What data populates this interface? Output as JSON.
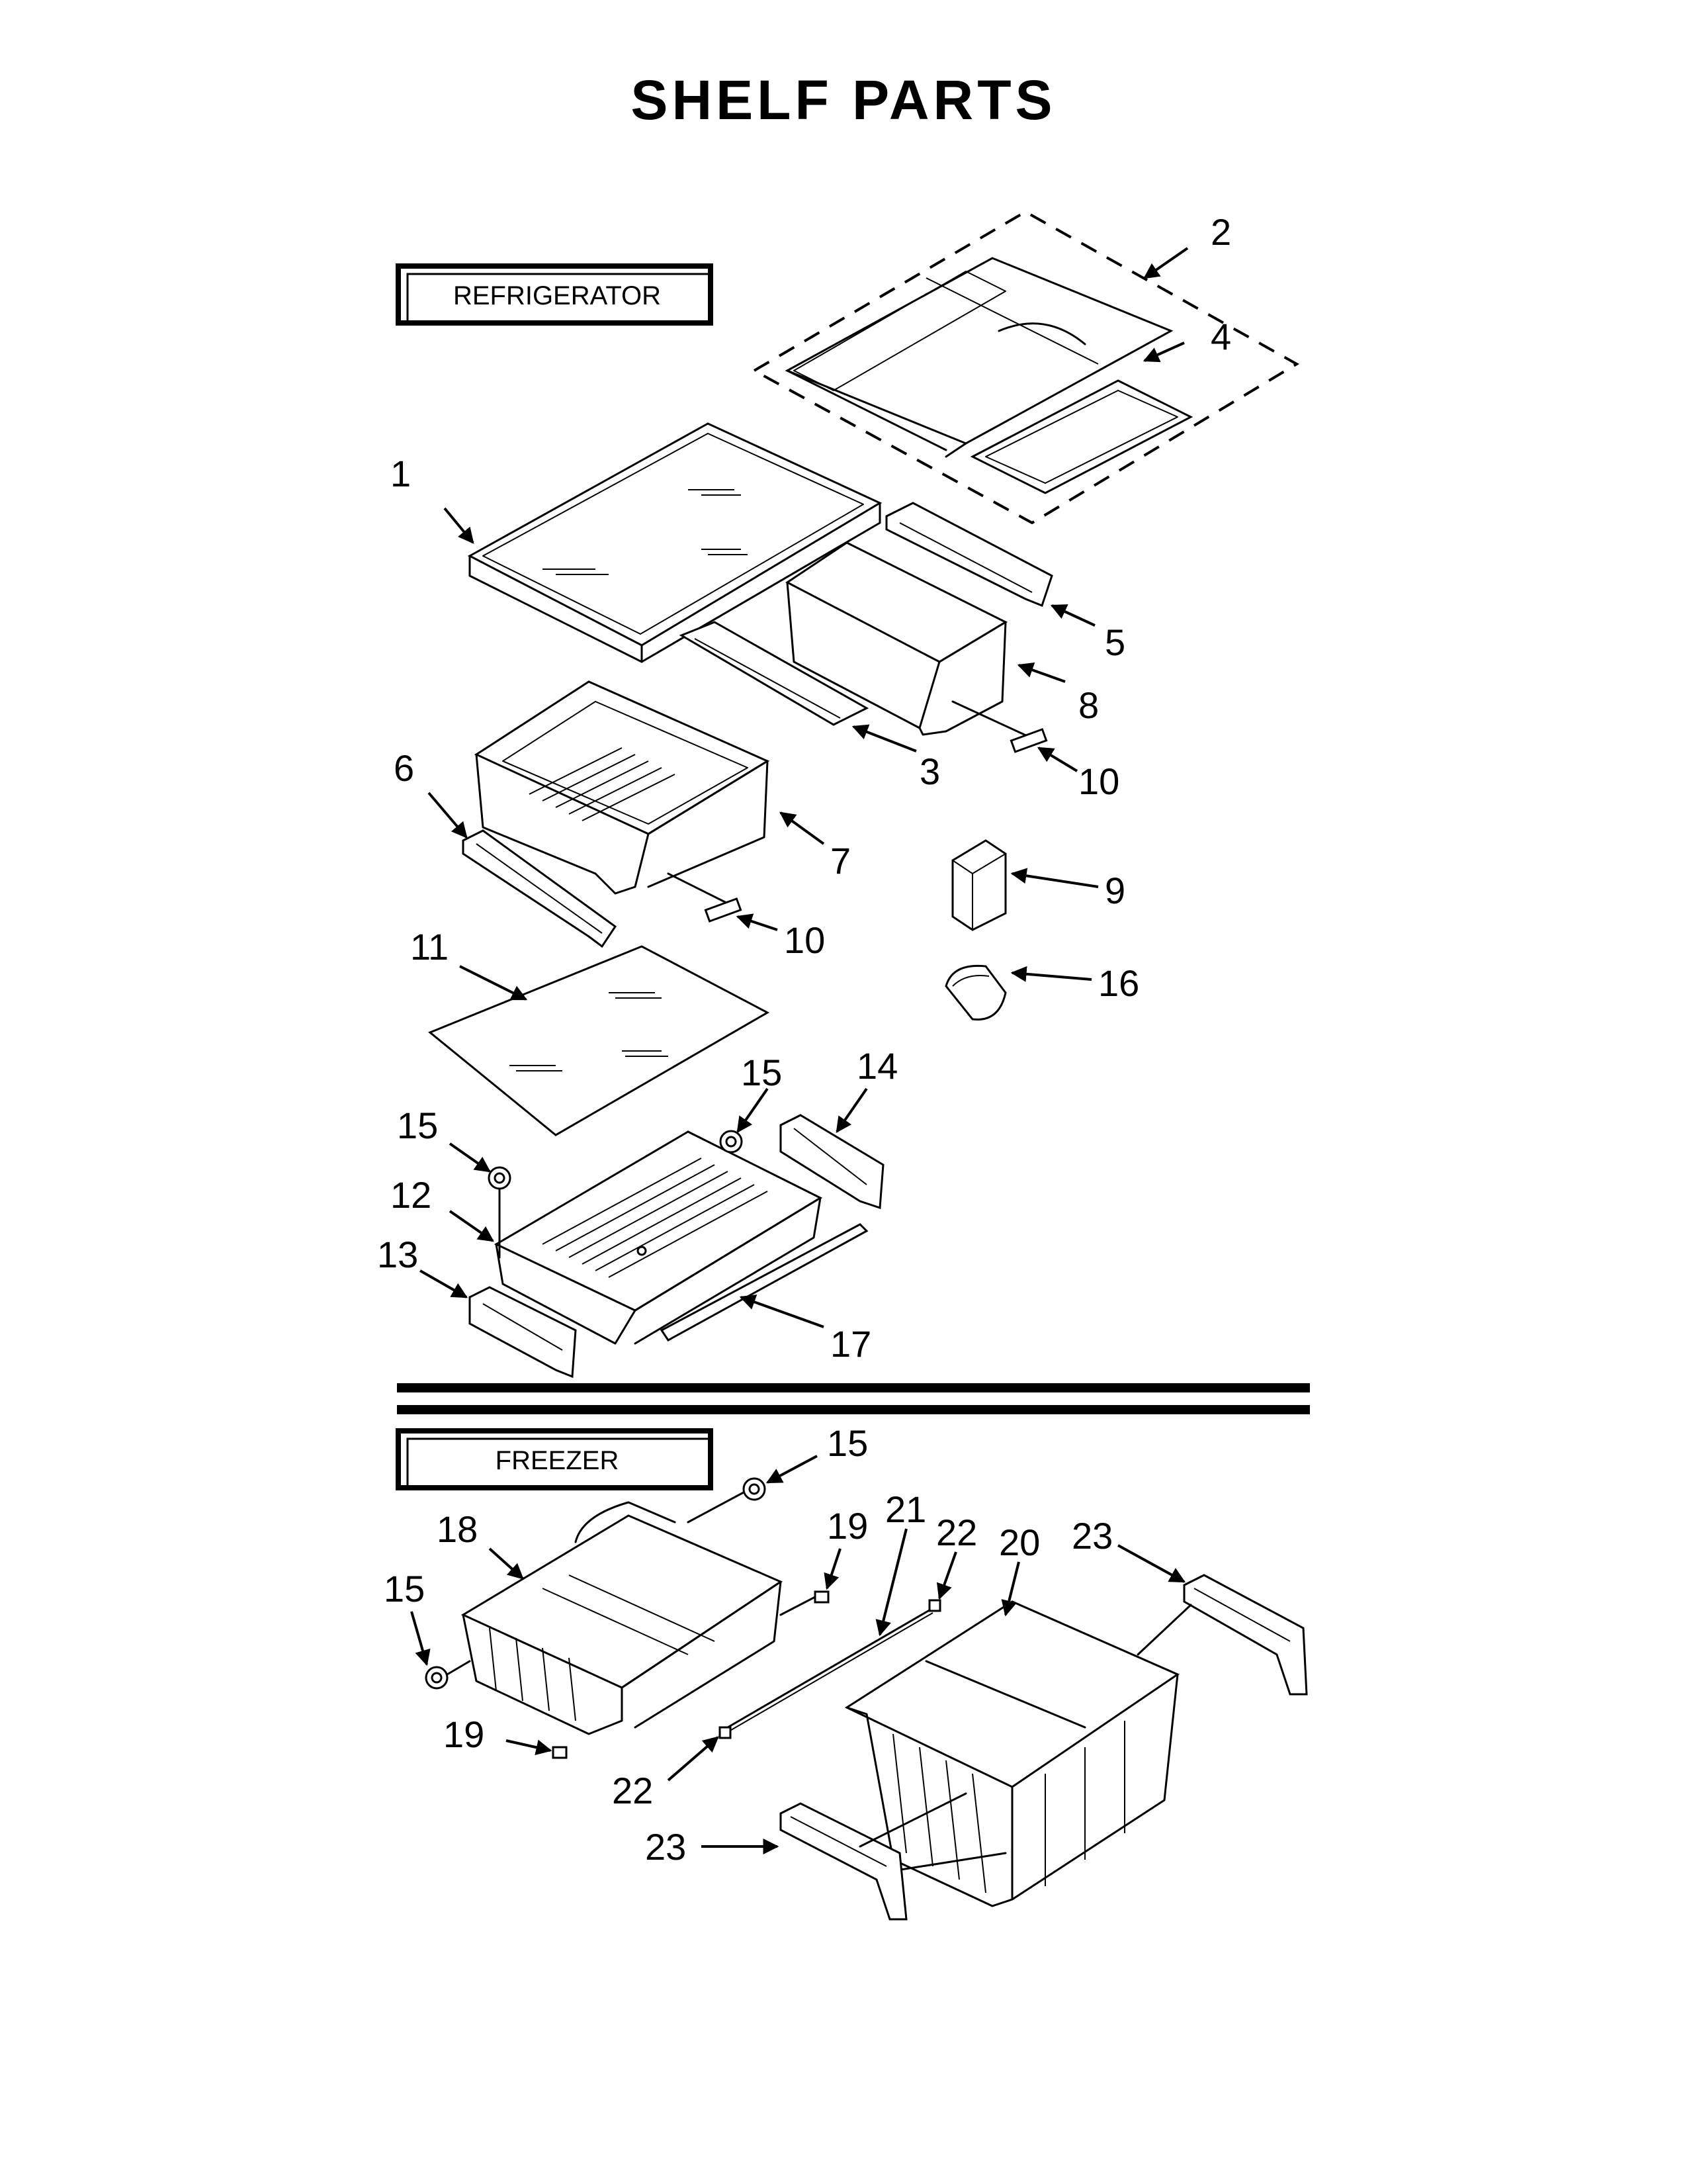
{
  "title": "SHELF PARTS",
  "sections": {
    "refrigerator": "REFRIGERATOR",
    "freezer": "FREEZER"
  },
  "callouts": {
    "c1": "1",
    "c2": "2",
    "c3": "3",
    "c4": "4",
    "c5": "5",
    "c6": "6",
    "c7": "7",
    "c8": "8",
    "c9": "9",
    "c10a": "10",
    "c10b": "10",
    "c11": "11",
    "c12": "12",
    "c13": "13",
    "c14": "14",
    "c15a": "15",
    "c15b": "15",
    "c15c": "15",
    "c15d": "15",
    "c16": "16",
    "c17": "17",
    "c18": "18",
    "c19a": "19",
    "c19b": "19",
    "c20": "20",
    "c21": "21",
    "c22a": "22",
    "c22b": "22",
    "c23a": "23",
    "c23b": "23"
  }
}
